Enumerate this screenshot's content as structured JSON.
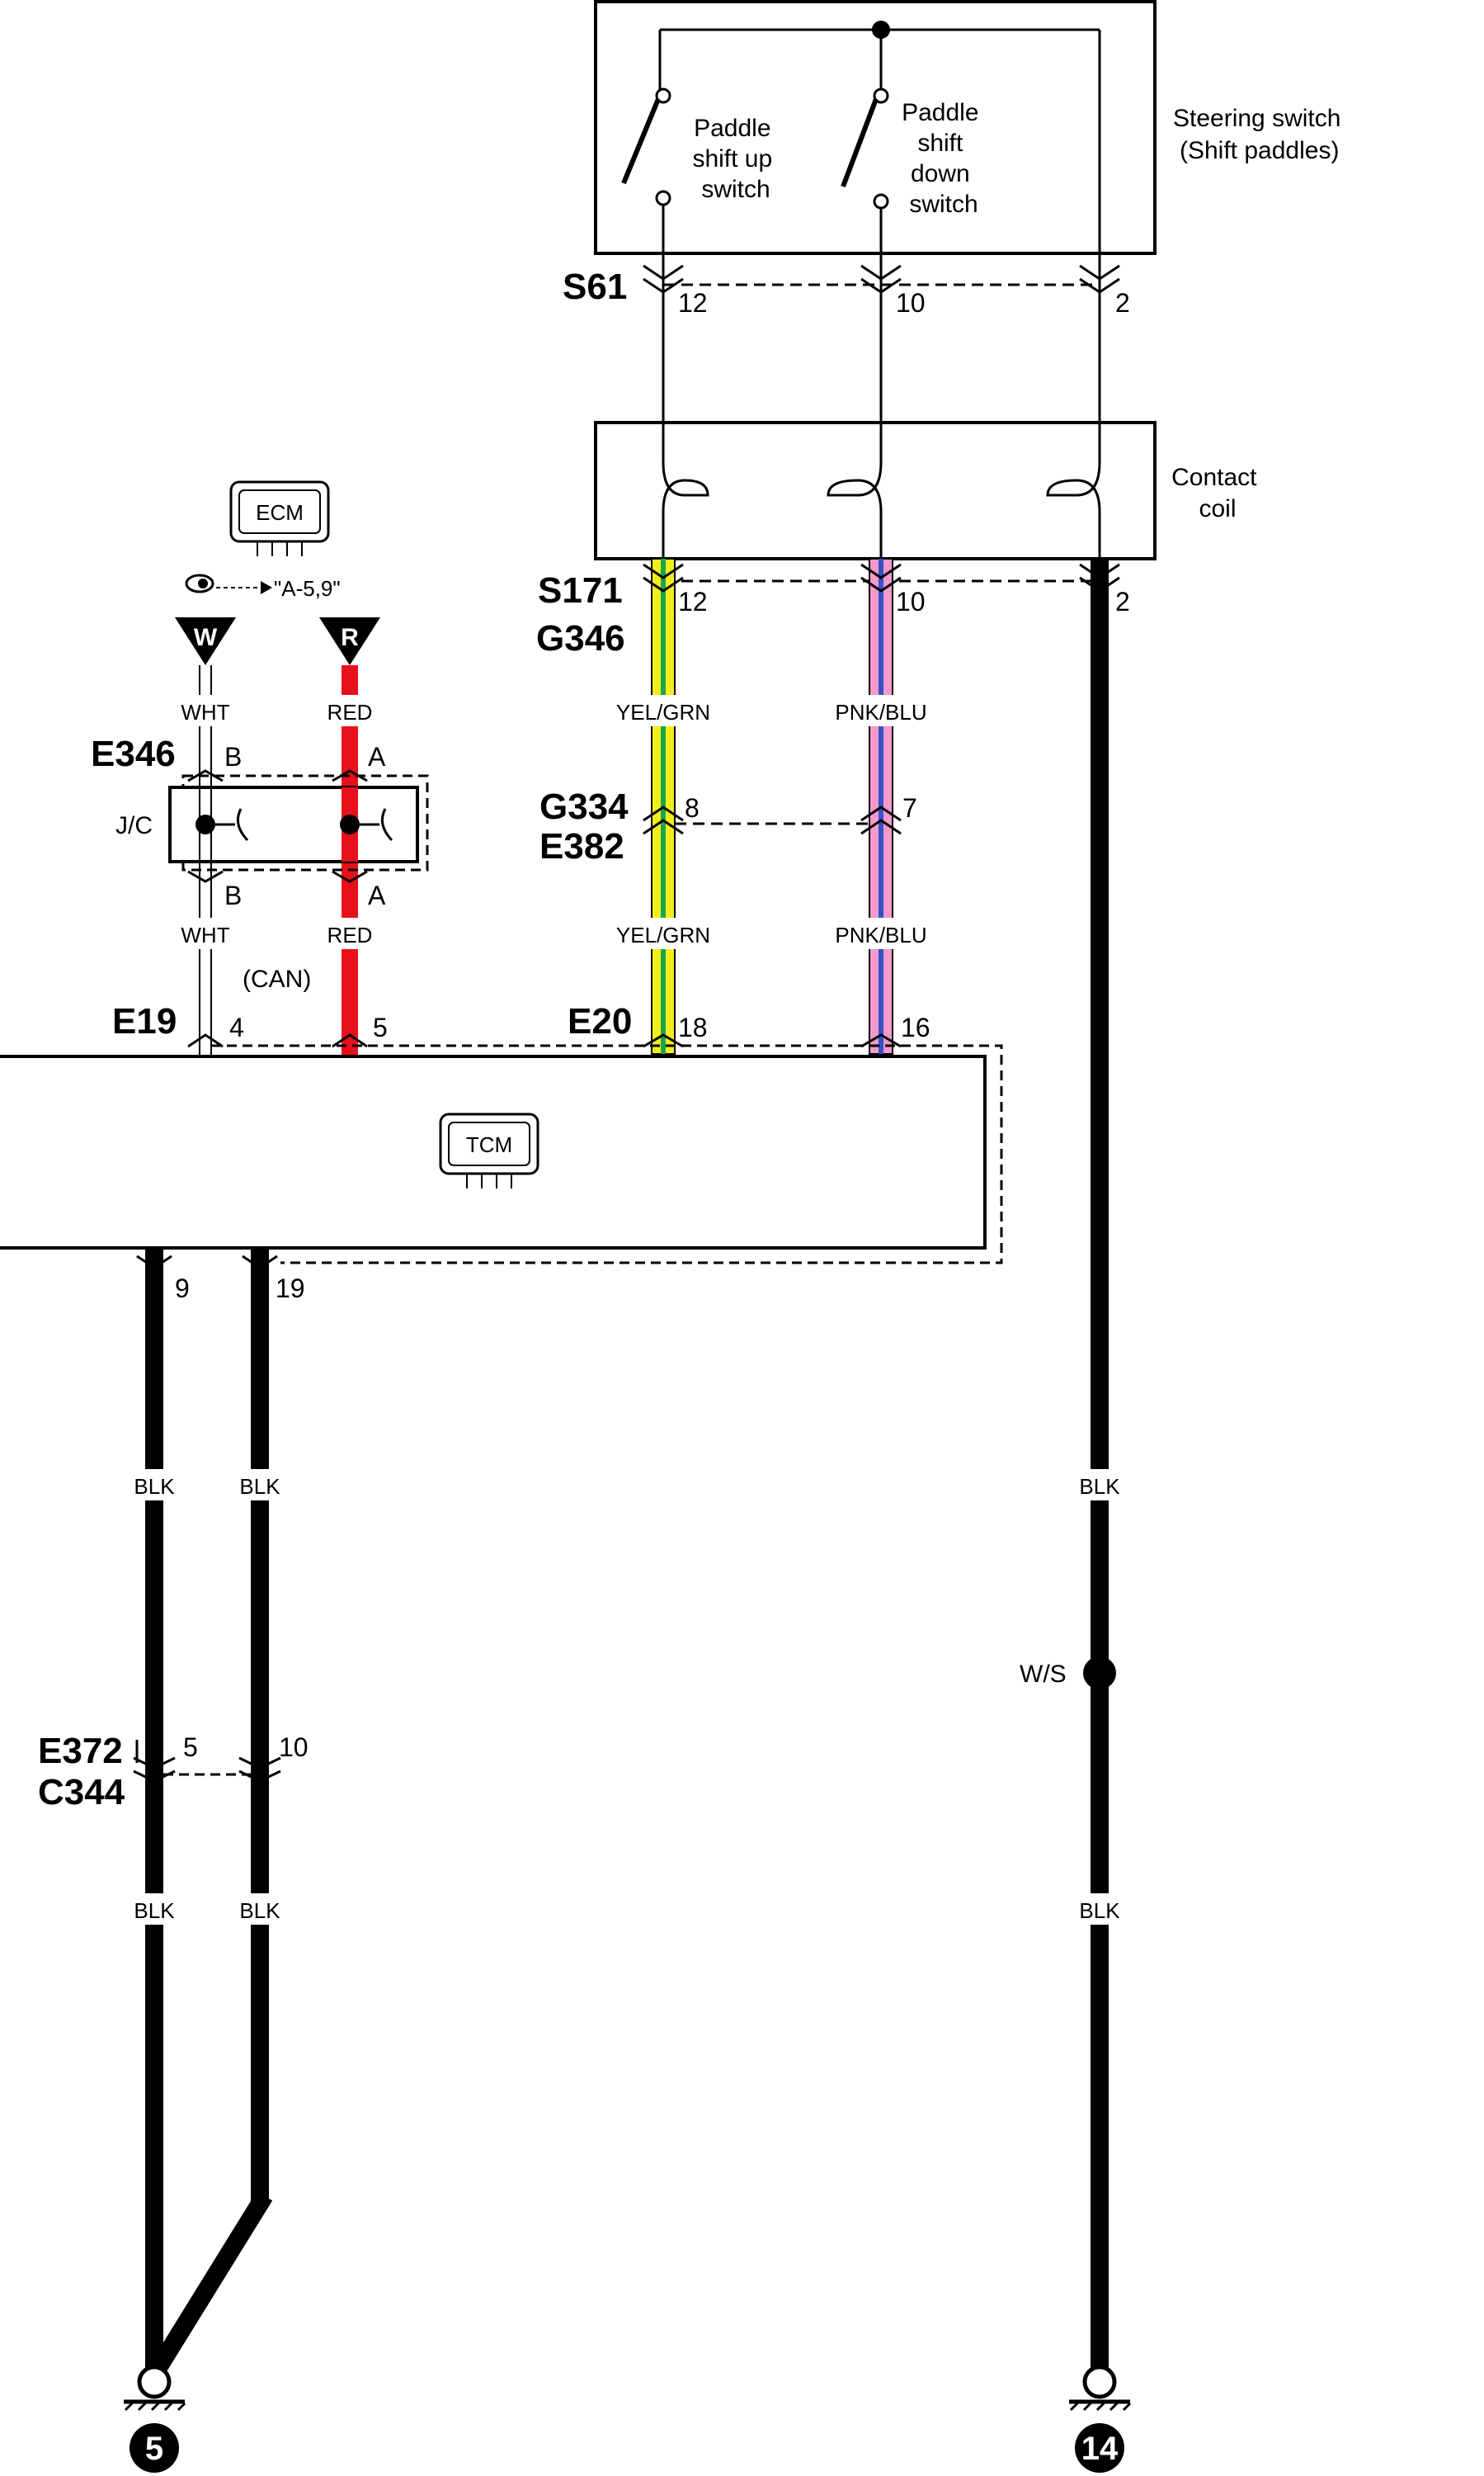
{
  "components": {
    "steering_switch": "Steering switch",
    "steering_switch_sub": "(Shift paddles)",
    "paddle_up": [
      "Paddle",
      "shift up",
      "switch"
    ],
    "paddle_down": [
      "Paddle",
      "shift",
      "down",
      "switch"
    ],
    "contact_coil": [
      "Contact",
      "coil"
    ],
    "ecm": "ECM",
    "tcm": "TCM",
    "jc": "J/C",
    "ecm_ref": "\"A-5,9\"",
    "can": "(CAN)",
    "ws": "W/S"
  },
  "connectors": {
    "s61": "S61",
    "s171": "S171",
    "g346": "G346",
    "g334": "G334",
    "e382": "E382",
    "e346": "E346",
    "e19": "E19",
    "e20": "E20",
    "e372": "E372",
    "c344": "C344"
  },
  "pins": {
    "s61": [
      "12",
      "10",
      "2"
    ],
    "s171": [
      "12",
      "10",
      "2"
    ],
    "g334": [
      "8",
      "7"
    ],
    "e346_top": [
      "B",
      "A"
    ],
    "e346_bot": [
      "B",
      "A"
    ],
    "e19": [
      "4",
      "5"
    ],
    "e20": [
      "18",
      "16"
    ],
    "tcm_bottom": [
      "9",
      "19"
    ],
    "e372": [
      "5",
      "10"
    ]
  },
  "badges": {
    "w": "W",
    "r": "R"
  },
  "wires": {
    "wht": "WHT",
    "red": "RED",
    "yelgrn": "YEL/GRN",
    "pnkblu": "PNK/BLU",
    "blk": "BLK"
  },
  "grounds": {
    "g5": "5",
    "g14": "14"
  },
  "colors": {
    "wire_red": "#e8101a",
    "wire_yellow": "#f2ee1c",
    "wire_green": "#1aa64a",
    "wire_pink": "#f39acb",
    "wire_blue": "#3550c8",
    "wire_black": "#000000"
  }
}
